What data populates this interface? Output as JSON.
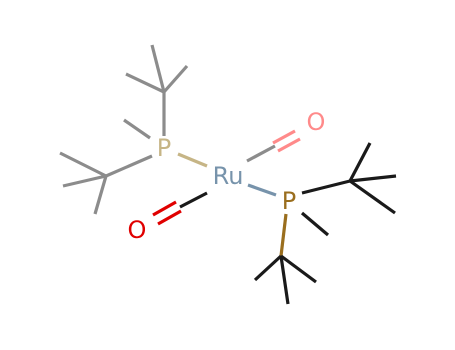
{
  "molecule": {
    "atoms": {
      "ru": {
        "label": "Ru",
        "color": "#7793ab"
      },
      "p1": {
        "label": "P",
        "color": "#c6b586"
      },
      "p2": {
        "label": "P",
        "color": "#9a6e1e"
      },
      "o1": {
        "label": "O",
        "color": "#ff8a8a"
      },
      "o2": {
        "label": "O",
        "color": "#e00000"
      }
    },
    "colors": {
      "upper_tbu_carbon": "#8c8c8c",
      "lower_tbu_carbon": "#1a1a1a",
      "upper_carbonyl_carbon": "#8c8c8c",
      "lower_carbonyl_carbon": "#1a1a1a",
      "ruthenium": "#7793ab",
      "upper_phosphorus": "#c6b586",
      "lower_phosphorus": "#9a6e1e",
      "upper_oxygen": "#ff8a8a",
      "lower_oxygen": "#e00000"
    }
  }
}
